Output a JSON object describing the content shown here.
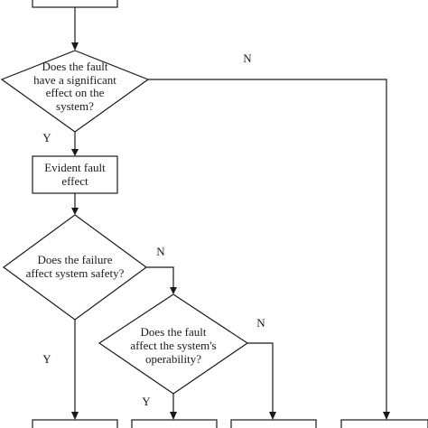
{
  "nodes": {
    "d1": [
      "Does the fault",
      "have a significant",
      "effect on the",
      "system?"
    ],
    "p1": [
      "Evident fault",
      "effect"
    ],
    "d2": [
      "Does the failure",
      "affect system safety?"
    ],
    "d3": [
      "Does the fault",
      "affect the system's",
      "operability?"
    ]
  },
  "edge_labels": {
    "d1_no": "N",
    "d1_yes": "Y",
    "d2_no": "N",
    "d2_yes": "Y",
    "d3_no": "N",
    "d3_yes": "Y"
  }
}
